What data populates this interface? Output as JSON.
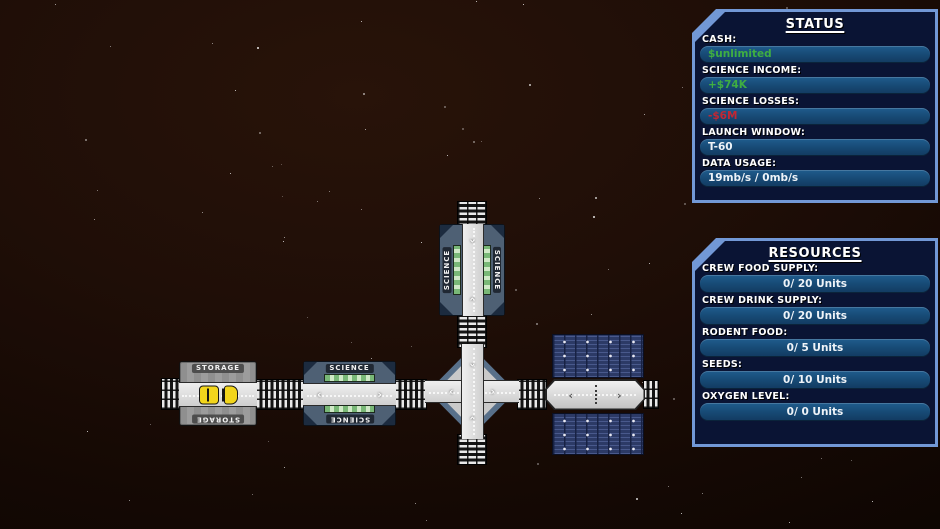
{
  "status_panel": {
    "title": "STATUS",
    "fields": [
      {
        "label": "CASH:",
        "value": "$unlimited",
        "color": "#3fae42"
      },
      {
        "label": "SCIENCE INCOME:",
        "value": "+$74K",
        "color": "#3fae42"
      },
      {
        "label": "SCIENCE LOSSES:",
        "value": "-$6M",
        "color": "#c22733"
      },
      {
        "label": "LAUNCH WINDOW:",
        "value": "T-60",
        "color": "#eef3f8"
      },
      {
        "label": "DATA USAGE:",
        "value": "19mb/s / 0mb/s",
        "color": "#eef3f8"
      }
    ]
  },
  "resources_panel": {
    "title": "RESOURCES",
    "fields": [
      {
        "label": "CREW FOOD SUPPLY:",
        "value": "0/ 20 Units"
      },
      {
        "label": "CREW DRINK SUPPLY:",
        "value": "0/ 20 Units"
      },
      {
        "label": "RODENT FOOD:",
        "value": "0/ 5 Units"
      },
      {
        "label": "SEEDS:",
        "value": "0/ 10 Units"
      },
      {
        "label": "OXYGEN LEVEL:",
        "value": "0/ 0 Units"
      }
    ]
  },
  "station": {
    "storage": {
      "label": "STORAGE"
    },
    "science_h": {
      "label": "SCIENCE"
    },
    "science_v": {
      "label": "SCIENCE"
    }
  }
}
